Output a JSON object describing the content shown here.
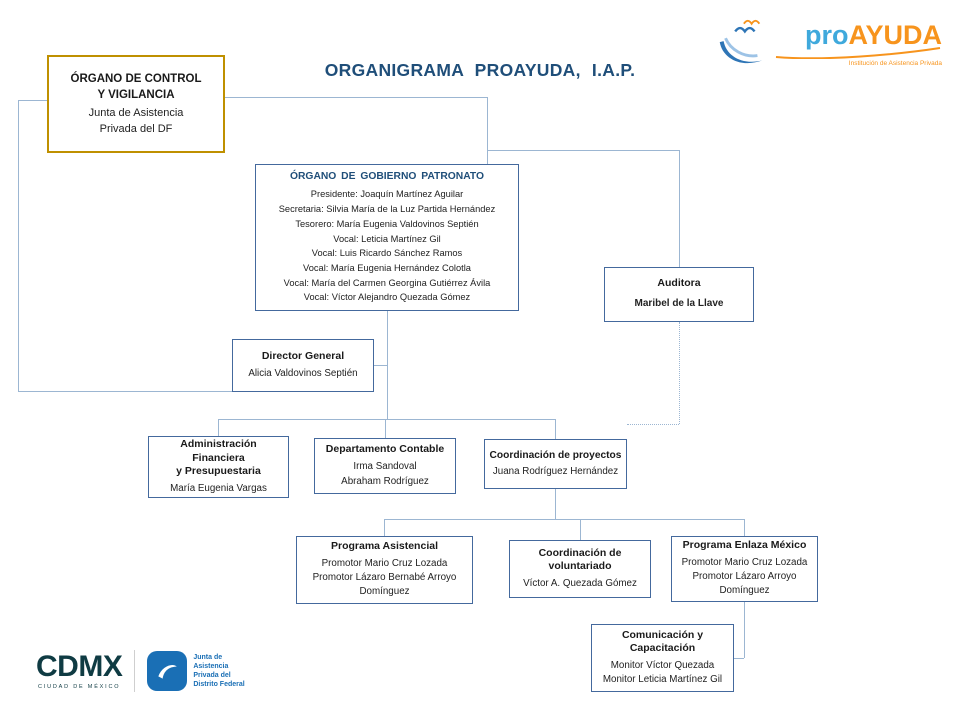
{
  "title": "ORGANIGRAMA PROAYUDA, I.A.P.",
  "logo": {
    "pro": "pro",
    "ayuda": "AYUDA",
    "tagline": "Institución de Asistencia Privada"
  },
  "boxes": {
    "control": {
      "title": "ÓRGANO DE CONTROL\nY VIGILANCIA",
      "body": "Junta de Asistencia\nPrivada del DF"
    },
    "patronato": {
      "title": "ÓRGANO DE GOBIERNO PATRONATO",
      "body": "Presidente: Joaquín Martínez Aguilar\nSecretaria: Silvia María de la Luz Partida Hernández\nTesorero: María Eugenia Valdovinos Septién\nVocal: Leticia Martínez Gil\nVocal: Luis Ricardo Sánchez Ramos\nVocal: María Eugenia Hernández Colotla\nVocal: María del Carmen Georgina Gutiérrez Ávila\nVocal: Víctor Alejandro Quezada Gómez"
    },
    "auditora": {
      "title": "Auditora",
      "body": "Maribel de la Llave"
    },
    "director": {
      "title": "Director General",
      "body": "Alicia Valdovinos Septién"
    },
    "admin": {
      "title": "Administración Financiera\ny Presupuestaria",
      "body": "María Eugenia Vargas"
    },
    "contable": {
      "title": "Departamento Contable",
      "body": "Irma Sandoval\nAbraham Rodríguez"
    },
    "proyectos": {
      "title": "Coordinación de proyectos",
      "body": "Juana Rodríguez Hernández"
    },
    "asistencial": {
      "title": "Programa Asistencial",
      "body": "Promotor Mario Cruz Lozada\nPromotor Lázaro Bernabé Arroyo Domínguez"
    },
    "voluntariado": {
      "title": "Coordinación de\nvoluntariado",
      "body": "Víctor A. Quezada Gómez"
    },
    "enlaza": {
      "title": "Programa Enlaza México",
      "body": "Promotor Mario Cruz Lozada\nPromotor Lázaro Arroyo Domínguez"
    },
    "comunicacion": {
      "title": "Comunicación y\nCapacitación",
      "body": "Monitor Víctor Quezada\nMonitor Leticia Martínez Gil"
    }
  },
  "footer": {
    "cdmx": "CDMX",
    "cdmx_sub": "CIUDAD DE MÉXICO",
    "junta": "Junta de\nAsistencia\nPrivada del\nDistrito Federal"
  },
  "colors": {
    "accent_blue": "#1F4E79",
    "line_blue": "#9CB6D2",
    "gold_border": "#BF9000",
    "logo_blue": "#3FA9DC",
    "logo_orange": "#F7941D"
  }
}
